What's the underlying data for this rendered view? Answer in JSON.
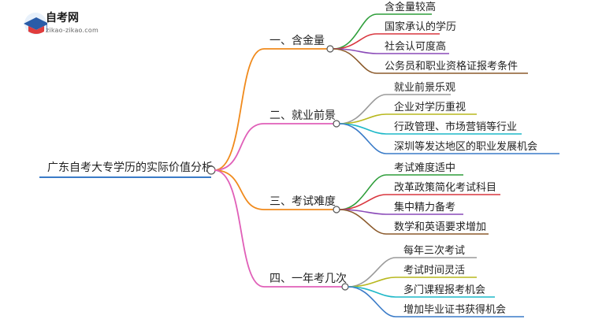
{
  "logo": {
    "title": "自考网",
    "url": "zikao-zikao.com"
  },
  "root": {
    "label": "广东自考大专学历的实际价值分析",
    "color": "#3a7bc8"
  },
  "branches": [
    {
      "label": "一、含金量",
      "color": "#f08a1c",
      "leaves": [
        {
          "label": "含金量较高",
          "color": "#2e9e3a"
        },
        {
          "label": "国家承认的学历",
          "color": "#d9363e"
        },
        {
          "label": "社会认可度高",
          "color": "#8a4ab8"
        },
        {
          "label": "公务员和职业资格证报考条件",
          "color": "#8b5a2b"
        }
      ]
    },
    {
      "label": "二、就业前景",
      "color": "#e05fb8",
      "leaves": [
        {
          "label": "就业前景乐观",
          "color": "#9a9a9a"
        },
        {
          "label": "企业对学历重视",
          "color": "#b8b81e"
        },
        {
          "label": "行政管理、市场营销等行业",
          "color": "#1eb8c8"
        },
        {
          "label": "深圳等发达地区的职业发展机会",
          "color": "#3a7bc8"
        }
      ]
    },
    {
      "label": "三、考试难度",
      "color": "#f08a1c",
      "leaves": [
        {
          "label": "考试难度适中",
          "color": "#2e9e3a"
        },
        {
          "label": "改革政策简化考试科目",
          "color": "#d9363e"
        },
        {
          "label": "集中精力备考",
          "color": "#8a4ab8"
        },
        {
          "label": "数学和英语要求增加",
          "color": "#8b5a2b"
        }
      ]
    },
    {
      "label": "四、一年考几次",
      "color": "#e05fb8",
      "leaves": [
        {
          "label": "每年三次考试",
          "color": "#9a9a9a"
        },
        {
          "label": "考试时间灵活",
          "color": "#b8b81e"
        },
        {
          "label": "多门课程报考机会",
          "color": "#1eb8c8"
        },
        {
          "label": "增加毕业证书获得机会",
          "color": "#3a7bc8"
        }
      ]
    }
  ]
}
